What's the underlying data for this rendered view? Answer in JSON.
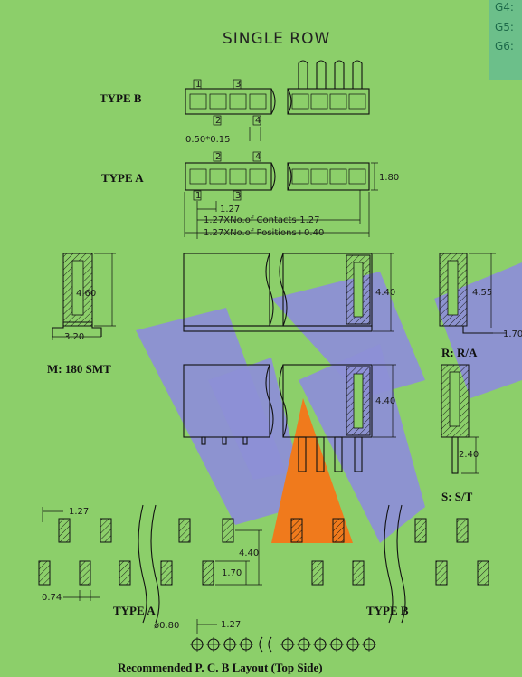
{
  "title": "SINGLE ROW",
  "legend_tags": [
    "G4:",
    "G5:",
    "G6:"
  ],
  "type_b": {
    "label": "TYPE B",
    "pin_labels": [
      "1",
      "3",
      "2",
      "4"
    ],
    "dim_pitch": "0.50*0.15"
  },
  "type_a": {
    "label": "TYPE A",
    "pin_labels": [
      "2",
      "4",
      "1",
      "3"
    ],
    "dim_height": "1.80",
    "dim_pitch": "1.27",
    "dim_contacts": "1.27XNo.of Contacts-1.27",
    "dim_positions": "1.27XNo.of Positions+0.40"
  },
  "smt": {
    "label": "M: 180 SMT",
    "dim_height": "4.60",
    "dim_width": "3.20",
    "dim_body": "4.40"
  },
  "ra": {
    "label": "R: R/A",
    "dim_height": "4.55",
    "dim_offset": "1.70"
  },
  "st": {
    "label": "S: S/T",
    "dim_body": "4.40",
    "dim_pin": "2.40"
  },
  "layout": {
    "dim_pitch_top": "1.27",
    "dim_row": "4.40",
    "dim_pad": "1.70",
    "dim_pad_w": "0.74",
    "type_a": "TYPE A",
    "type_b": "TYPE B",
    "hole_dia": "ø0.80",
    "hole_pitch": "1.27",
    "caption": "Recommended P. C. B Layout (Top Side)"
  },
  "colors": {
    "background": "#8ccf6a",
    "watermark": "#8d8fd6",
    "accent_triangle": "#f07a1c",
    "tag_box": "#6cbf8a"
  }
}
